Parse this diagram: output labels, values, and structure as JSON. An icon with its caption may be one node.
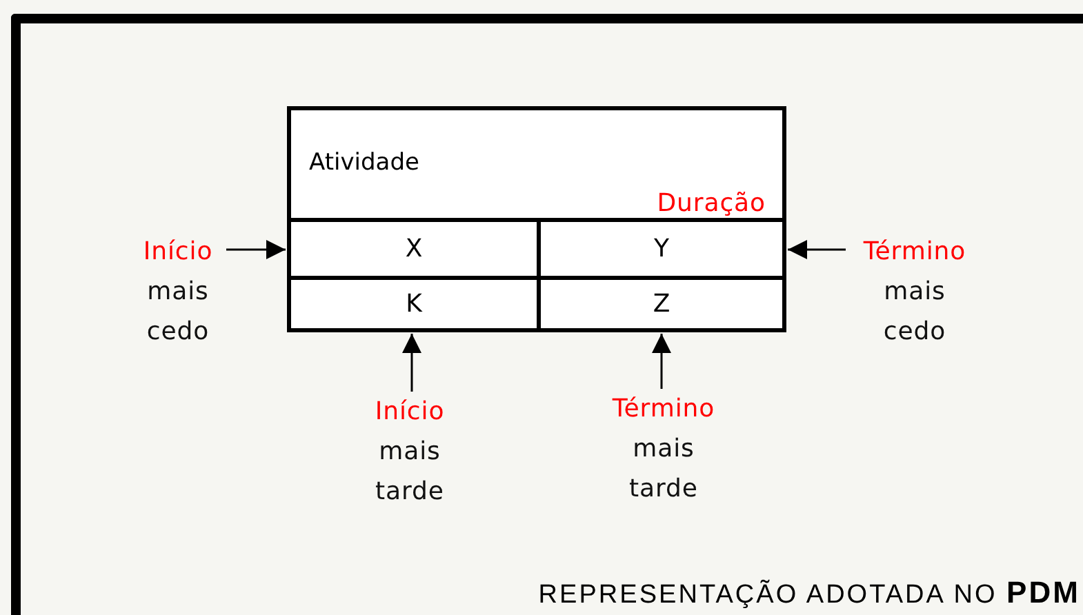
{
  "diagram": {
    "nodes": [
      {
        "text": [
          "Atividade",
          "Duração"
        ]
      },
      {
        "text": [
          "X"
        ],
        "in": 0
      },
      {
        "text": [
          "Y"
        ],
        "in": 0
      },
      {
        "text": [
          "K"
        ],
        "in": 0
      },
      {
        "text": [
          "Z"
        ],
        "in": 0
      },
      {
        "text": [
          "Início",
          "mais cedo"
        ]
      },
      {
        "text": [
          "Término",
          "mais cedo"
        ]
      },
      {
        "text": [
          "Início",
          "mais tarde"
        ]
      },
      {
        "text": [
          "Término",
          "mais tarde"
        ]
      }
    ],
    "edges": [
      {
        "from": 5,
        "to": 1,
        "arrow": "to"
      },
      {
        "from": 6,
        "to": 2,
        "arrow": "to"
      },
      {
        "from": 7,
        "to": 3,
        "arrow": "to"
      },
      {
        "from": 8,
        "to": 4,
        "arrow": "to"
      }
    ],
    "labels": [
      "REPRESENTAÇÃO ADOTADA NO **PDM**"
    ]
  }
}
